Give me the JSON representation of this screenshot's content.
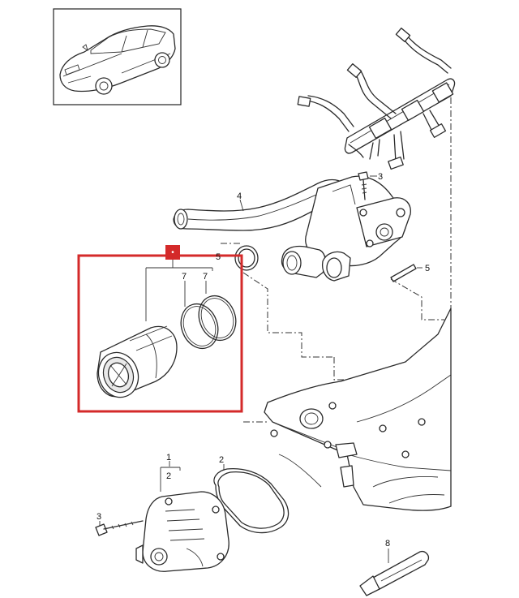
{
  "diagram": {
    "callouts": [
      {
        "id": "c1",
        "text": "1"
      },
      {
        "id": "c2a",
        "text": "2"
      },
      {
        "id": "c2b",
        "text": "2"
      },
      {
        "id": "c3a",
        "text": "3"
      },
      {
        "id": "c3b",
        "text": "3"
      },
      {
        "id": "c4",
        "text": "4"
      },
      {
        "id": "c5a",
        "text": "5"
      },
      {
        "id": "c5b",
        "text": "5"
      },
      {
        "id": "c7a",
        "text": "7"
      },
      {
        "id": "c7b",
        "text": "7"
      },
      {
        "id": "c8",
        "text": "8"
      }
    ],
    "highlight_color": "#d42a2a",
    "highlight_marker": {
      "text": "•"
    }
  }
}
